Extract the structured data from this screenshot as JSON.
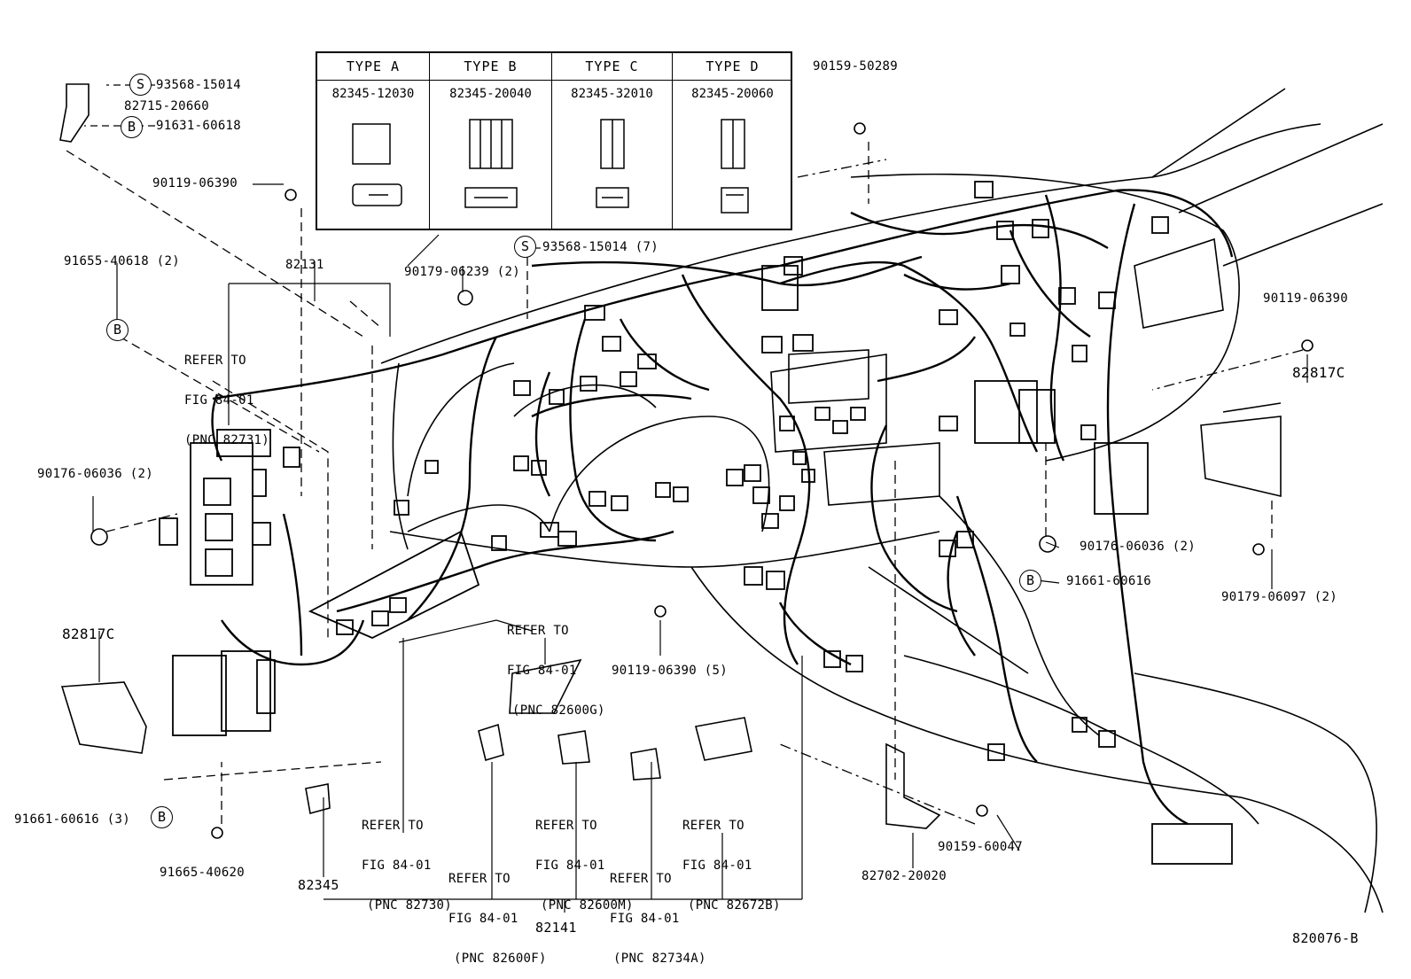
{
  "type_table": {
    "columns": [
      {
        "header": "TYPE  A",
        "part": "82345-12030"
      },
      {
        "header": "TYPE  B",
        "part": "82345-20040"
      },
      {
        "header": "TYPE  C",
        "part": "82345-32010"
      },
      {
        "header": "TYPE  D",
        "part": "82345-20060"
      }
    ]
  },
  "labels": {
    "p93568_15014": "93568-15014",
    "p82715_20660": "82715-20660",
    "p91631_60618": "91631-60618",
    "p90119_06390_top": "90119-06390",
    "p91655_40618": "91655-40618 (2)",
    "p82131": "82131",
    "p90179_06239": "90179-06239 (2)",
    "p93568_15014_7": "93568-15014 (7)",
    "p90159_50289": "90159-50289",
    "p90119_06390_right": "90119-06390",
    "p82817c_right": "82817C",
    "p90176_06036_left": "90176-06036 (2)",
    "p90176_06036_right": "90176-06036 (2)",
    "p91661_60616_right": "91661-60616",
    "p90179_06097": "90179-06097 (2)",
    "p82817c_left": "82817C",
    "p90119_06390_5": "90119-06390 (5)",
    "p91661_60616_3": "91661-60616 (3)",
    "p91665_40620": "91665-40620",
    "p82345": "82345",
    "p82141": "82141",
    "p82702_20020": "82702-20020",
    "p90159_60047": "90159-60047",
    "diagram_id": "820076-B"
  },
  "circle_marks": {
    "s": "S",
    "b": "B"
  },
  "refs": {
    "r82731": [
      "REFER TO",
      "FIG 84-01",
      "(PNC 82731)"
    ],
    "r82600g": [
      "REFER TO",
      "FIG 84-01",
      "(PNC 82600G)"
    ],
    "r82730": [
      "REFER TO",
      "FIG 84-01",
      "(PNC 82730)"
    ],
    "r82600m": [
      "REFER TO",
      "FIG 84-01",
      "(PNC 82600M)"
    ],
    "r82672b": [
      "REFER TO",
      "FIG 84-01",
      "(PNC 82672B)"
    ],
    "r82600f": [
      "REFER TO",
      "FIG 84-01",
      "(PNC 82600F)"
    ],
    "r82734a": [
      "REFER TO",
      "FIG 84-01",
      "(PNC 82734A)"
    ]
  }
}
